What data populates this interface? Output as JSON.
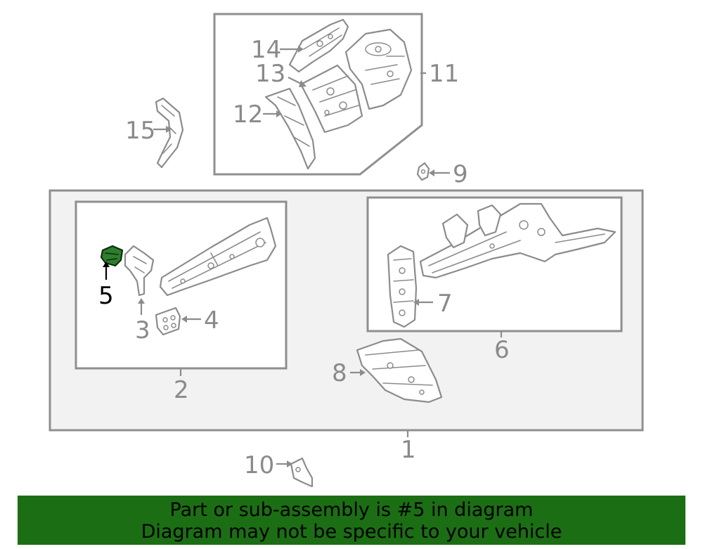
{
  "callouts": {
    "c1": "1",
    "c2": "2",
    "c3": "3",
    "c4": "4",
    "c5": "5",
    "c6": "6",
    "c7": "7",
    "c8": "8",
    "c9": "9",
    "c10": "10",
    "c11": "11",
    "c12": "12",
    "c13": "13",
    "c14": "14",
    "c15": "15"
  },
  "highlighted_part": "5",
  "colors": {
    "highlight": "#2e7d2e",
    "banner": "#1c6e14",
    "line": "#8c8c8c"
  },
  "banner": {
    "line1": "Part or sub-assembly is #5 in diagram",
    "line2": "Diagram may not be specific to your vehicle"
  }
}
